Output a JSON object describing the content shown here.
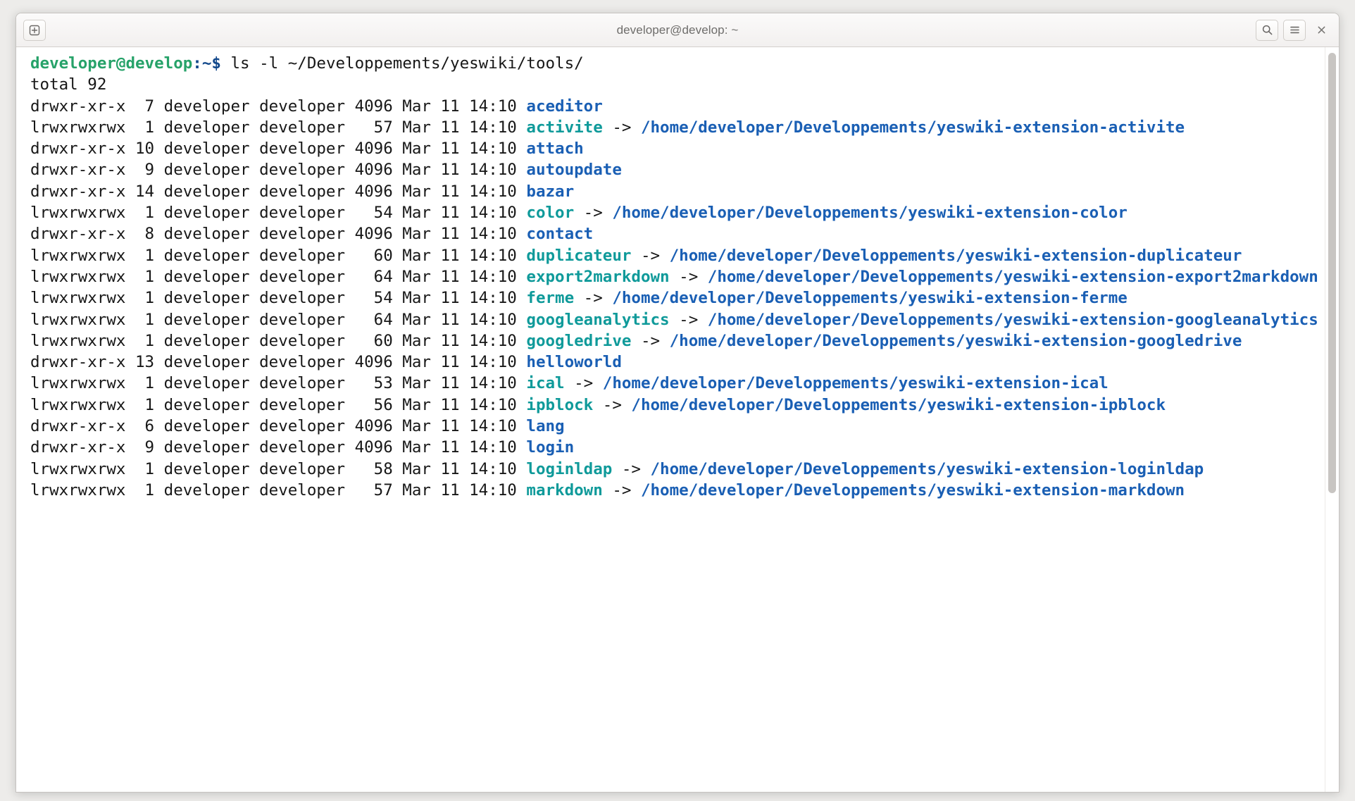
{
  "window": {
    "title": "developer@develop: ~",
    "titlebar": {
      "new_tab_label": "+",
      "search_icon": "search-icon",
      "menu_icon": "hamburger-menu-icon",
      "close_label": "×"
    }
  },
  "terminal": {
    "prompt": {
      "user_host": "developer@develop",
      "path_sigil": ":~$",
      "command": " ls -l ~/Developpements/yeswiki/tools/"
    },
    "total_line": "total 92",
    "link_arrow": " -> ",
    "entries": [
      {
        "perms": "drwxr-xr-x",
        "links": " 7",
        "owner": "developer",
        "group": "developer",
        "size": "4096",
        "date": "Mar 11 14:10",
        "name": "aceditor",
        "type": "dir",
        "target": ""
      },
      {
        "perms": "lrwxrwxrwx",
        "links": " 1",
        "owner": "developer",
        "group": "developer",
        "size": "  57",
        "date": "Mar 11 14:10",
        "name": "activite",
        "type": "link",
        "target": "/home/developer/Developpements/yeswiki-extension-activite"
      },
      {
        "perms": "drwxr-xr-x",
        "links": "10",
        "owner": "developer",
        "group": "developer",
        "size": "4096",
        "date": "Mar 11 14:10",
        "name": "attach",
        "type": "dir",
        "target": ""
      },
      {
        "perms": "drwxr-xr-x",
        "links": " 9",
        "owner": "developer",
        "group": "developer",
        "size": "4096",
        "date": "Mar 11 14:10",
        "name": "autoupdate",
        "type": "dir",
        "target": ""
      },
      {
        "perms": "drwxr-xr-x",
        "links": "14",
        "owner": "developer",
        "group": "developer",
        "size": "4096",
        "date": "Mar 11 14:10",
        "name": "bazar",
        "type": "dir",
        "target": ""
      },
      {
        "perms": "lrwxrwxrwx",
        "links": " 1",
        "owner": "developer",
        "group": "developer",
        "size": "  54",
        "date": "Mar 11 14:10",
        "name": "color",
        "type": "link",
        "target": "/home/developer/Developpements/yeswiki-extension-color"
      },
      {
        "perms": "drwxr-xr-x",
        "links": " 8",
        "owner": "developer",
        "group": "developer",
        "size": "4096",
        "date": "Mar 11 14:10",
        "name": "contact",
        "type": "dir",
        "target": ""
      },
      {
        "perms": "lrwxrwxrwx",
        "links": " 1",
        "owner": "developer",
        "group": "developer",
        "size": "  60",
        "date": "Mar 11 14:10",
        "name": "duplicateur",
        "type": "link",
        "target": "/home/developer/Developpements/yeswiki-extension-duplicateur"
      },
      {
        "perms": "lrwxrwxrwx",
        "links": " 1",
        "owner": "developer",
        "group": "developer",
        "size": "  64",
        "date": "Mar 11 14:10",
        "name": "export2markdown",
        "type": "link",
        "target": "/home/developer/Developpements/yeswiki-extension-export2markdown"
      },
      {
        "perms": "lrwxrwxrwx",
        "links": " 1",
        "owner": "developer",
        "group": "developer",
        "size": "  54",
        "date": "Mar 11 14:10",
        "name": "ferme",
        "type": "link",
        "target": "/home/developer/Developpements/yeswiki-extension-ferme"
      },
      {
        "perms": "lrwxrwxrwx",
        "links": " 1",
        "owner": "developer",
        "group": "developer",
        "size": "  64",
        "date": "Mar 11 14:10",
        "name": "googleanalytics",
        "type": "link",
        "target": "/home/developer/Developpements/yeswiki-extension-googleanalytics"
      },
      {
        "perms": "lrwxrwxrwx",
        "links": " 1",
        "owner": "developer",
        "group": "developer",
        "size": "  60",
        "date": "Mar 11 14:10",
        "name": "googledrive",
        "type": "link",
        "target": "/home/developer/Developpements/yeswiki-extension-googledrive"
      },
      {
        "perms": "drwxr-xr-x",
        "links": "13",
        "owner": "developer",
        "group": "developer",
        "size": "4096",
        "date": "Mar 11 14:10",
        "name": "helloworld",
        "type": "dir",
        "target": ""
      },
      {
        "perms": "lrwxrwxrwx",
        "links": " 1",
        "owner": "developer",
        "group": "developer",
        "size": "  53",
        "date": "Mar 11 14:10",
        "name": "ical",
        "type": "link",
        "target": "/home/developer/Developpements/yeswiki-extension-ical"
      },
      {
        "perms": "lrwxrwxrwx",
        "links": " 1",
        "owner": "developer",
        "group": "developer",
        "size": "  56",
        "date": "Mar 11 14:10",
        "name": "ipblock",
        "type": "link",
        "target": "/home/developer/Developpements/yeswiki-extension-ipblock"
      },
      {
        "perms": "drwxr-xr-x",
        "links": " 6",
        "owner": "developer",
        "group": "developer",
        "size": "4096",
        "date": "Mar 11 14:10",
        "name": "lang",
        "type": "dir",
        "target": ""
      },
      {
        "perms": "drwxr-xr-x",
        "links": " 9",
        "owner": "developer",
        "group": "developer",
        "size": "4096",
        "date": "Mar 11 14:10",
        "name": "login",
        "type": "dir",
        "target": ""
      },
      {
        "perms": "lrwxrwxrwx",
        "links": " 1",
        "owner": "developer",
        "group": "developer",
        "size": "  58",
        "date": "Mar 11 14:10",
        "name": "loginldap",
        "type": "link",
        "target": "/home/developer/Developpements/yeswiki-extension-loginldap"
      },
      {
        "perms": "lrwxrwxrwx",
        "links": " 1",
        "owner": "developer",
        "group": "developer",
        "size": "  57",
        "date": "Mar 11 14:10",
        "name": "markdown",
        "type": "link",
        "target": "/home/developer/Developpements/yeswiki-extension-markdown"
      }
    ]
  },
  "colors": {
    "directory": "#1a5fb4",
    "symlink": "#0f9a9a",
    "prompt_user": "#26a269",
    "prompt_path": "#12488b",
    "text": "#171717"
  }
}
